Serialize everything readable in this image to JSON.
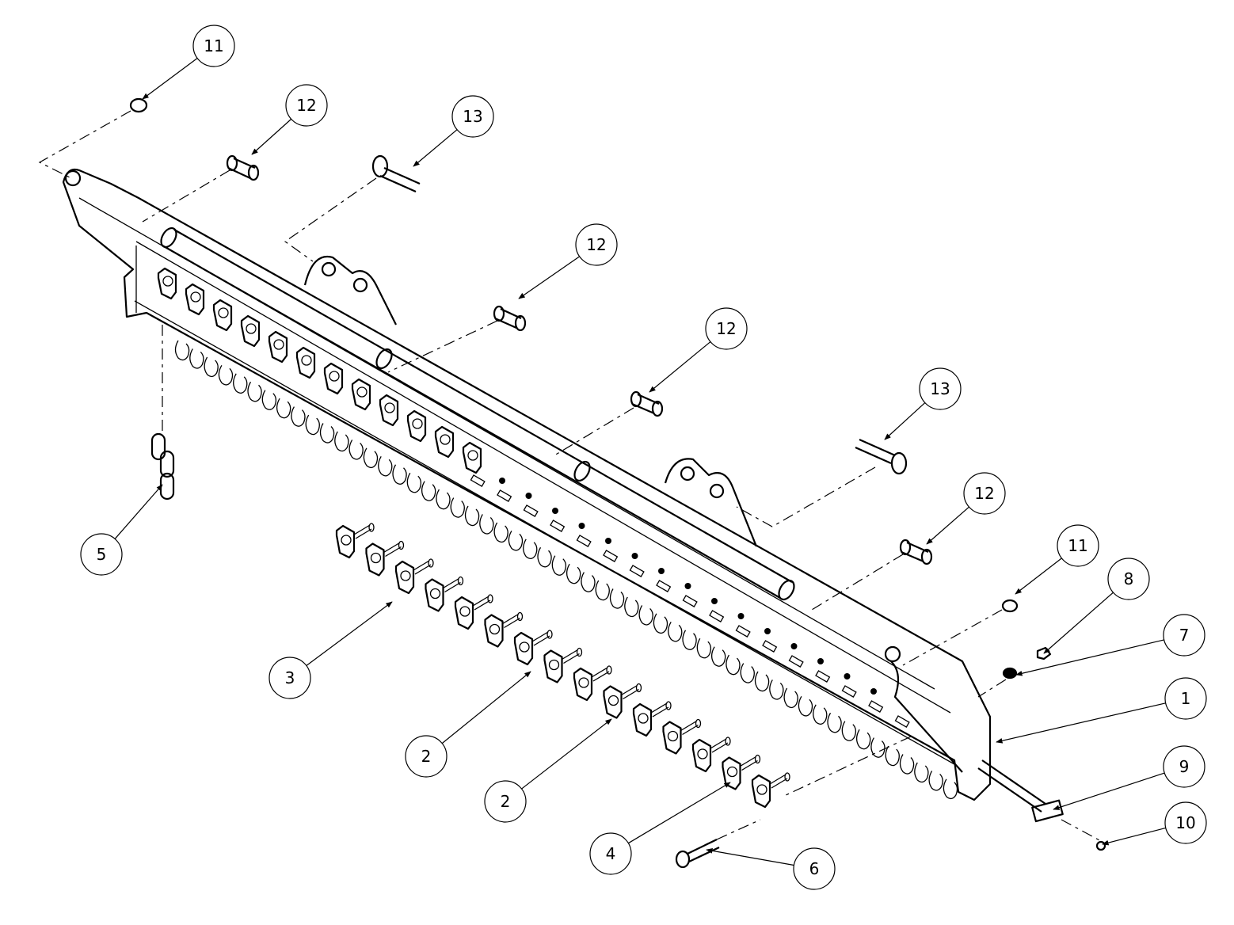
{
  "diagram": {
    "type": "exploded-parts-assembly",
    "callouts": [
      {
        "label": "11"
      },
      {
        "label": "12"
      },
      {
        "label": "13"
      },
      {
        "label": "12"
      },
      {
        "label": "12"
      },
      {
        "label": "13"
      },
      {
        "label": "12"
      },
      {
        "label": "11"
      },
      {
        "label": "8"
      },
      {
        "label": "7"
      },
      {
        "label": "1"
      },
      {
        "label": "9"
      },
      {
        "label": "10"
      },
      {
        "label": "5"
      },
      {
        "label": "3"
      },
      {
        "label": "2"
      },
      {
        "label": "2"
      },
      {
        "label": "4"
      },
      {
        "label": "6"
      }
    ]
  }
}
